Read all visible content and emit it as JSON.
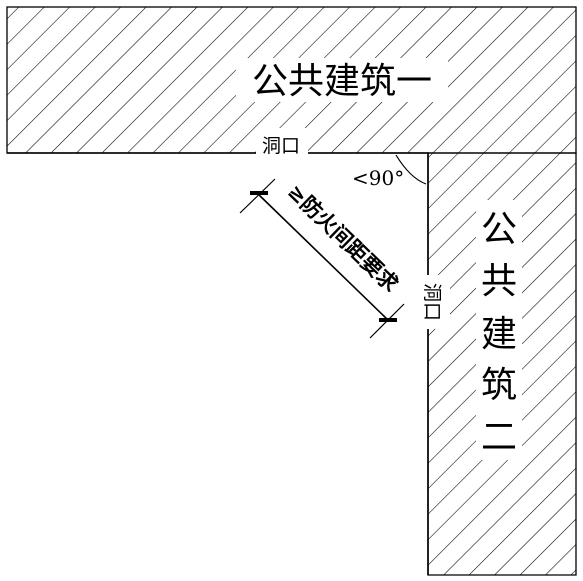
{
  "building_one": {
    "label": "公共建筑一"
  },
  "building_two": {
    "label_chars": [
      "公",
      "共",
      "建",
      "筑",
      "二"
    ]
  },
  "opening_top": {
    "label": "洞口"
  },
  "opening_right": {
    "label": "洞口"
  },
  "angle": {
    "label": "<90°"
  },
  "dimension": {
    "label": "≥防火间距要求"
  }
}
